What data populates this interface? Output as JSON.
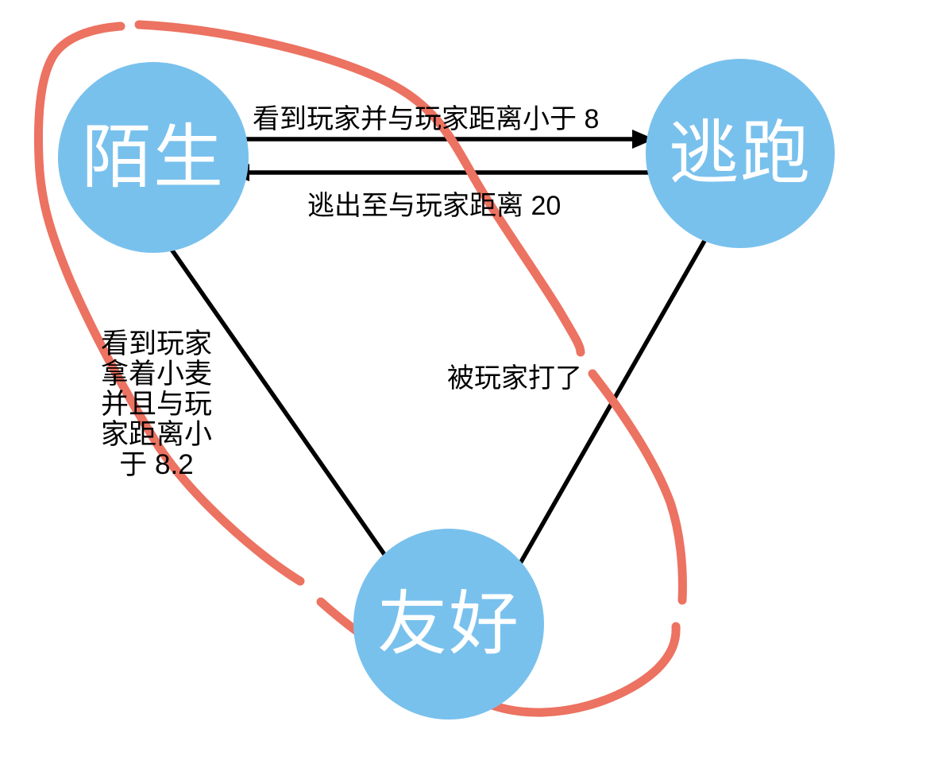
{
  "diagram": {
    "title": "NPC state transition diagram",
    "colors": {
      "background": "#FFFFFF",
      "node_fill": "#79C1ED",
      "node_text": "#FFFFFF",
      "arrow": "#000000",
      "label_text": "#000000",
      "annotation_stroke": "#EC7261"
    },
    "nodes": [
      {
        "id": "stranger",
        "label": "陌生"
      },
      {
        "id": "flee",
        "label": "逃跑"
      },
      {
        "id": "friendly",
        "label": "友好"
      }
    ],
    "edges": [
      {
        "from": "陌生",
        "to": "逃跑",
        "label": "看到玩家并与玩家距离小于 8"
      },
      {
        "from": "逃跑",
        "to": "陌生",
        "label": "逃出至与玩家距离 20"
      },
      {
        "from": "陌生",
        "to": "友好",
        "label": "看到玩家\n拿着小麦\n并且与玩\n家距离小\n于 8.2"
      },
      {
        "from": "友好",
        "to": "逃跑",
        "label": "被玩家打了"
      }
    ],
    "annotation": "hand-drawn-loop"
  }
}
